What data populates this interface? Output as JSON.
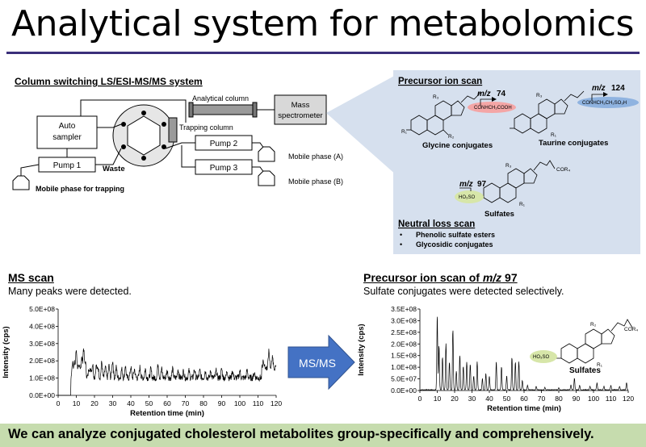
{
  "title": "Analytical system for metabolomics",
  "system": {
    "heading": "Column switching LS/ESI-MS/MS  system",
    "autosampler": "Auto sampler",
    "autosampler_l1": "Auto",
    "autosampler_l2": "sampler",
    "pump1": "Pump 1",
    "pump2": "Pump 2",
    "pump3": "Pump 3",
    "waste": "Waste",
    "analytical_column": "Analytical column",
    "trapping_column": "Trapping column",
    "mass_l1": "Mass",
    "mass_l2": "spectrometer",
    "mobile_trapping": "Mobile phase for trapping",
    "mobile_a": "Mobile phase (A)",
    "mobile_b": "Mobile phase (B)"
  },
  "scan_panel": {
    "precursor_heading": "Precursor ion scan",
    "mz74_italic": "m/z",
    "mz74_val": "74",
    "mz74_group": "CONHCH₂COOH",
    "glycine": "Glycine conjugates",
    "mz124_italic": "m/z",
    "mz124_val": "124",
    "mz124_group": "CONHCH₂CH₂SO₃H",
    "taurine": "Taurine conjugates",
    "mz97_italic": "m/z",
    "mz97_val": "97",
    "sulfate_group": "HO₃SO",
    "sulfates": "Sulfates",
    "cor4": "COR₄",
    "r1": "R₁",
    "r2": "R₂",
    "r3": "R₃",
    "neutral_heading": "Neutral loss scan",
    "neutral_items": [
      "Phenolic sulfate esters",
      "Glycosidic conjugates"
    ]
  },
  "ms_scan": {
    "heading": "MS scan",
    "subtitle": "Many peaks were detected."
  },
  "precursor97": {
    "heading_pre": "Precursor ion scan of ",
    "heading_italic": "m/z",
    "heading_post": " 97",
    "subtitle": "Sulfate conjugates were detected selectively.",
    "inset_label": "Sulfates",
    "inset_group": "HO₃SO",
    "inset_cor": "COR₄",
    "inset_r1": "R₁",
    "inset_r2": "R₂"
  },
  "arrow_label": "MS/MS",
  "footer": "We can analyze conjugated cholesterol metabolites group-specifically and comprehensively.",
  "colors": {
    "title_rule": "#3a2f7a",
    "scan_panel_bg": "#d6e0ee",
    "arrow": "#4472c4",
    "footer_bg": "#c6dcae",
    "highlight_red": "#f4a6a6",
    "highlight_blue": "#8fb3e0",
    "highlight_green": "#d7e6a9"
  },
  "chart_data": [
    {
      "type": "line",
      "xlabel": "Retention time (min)",
      "ylabel": "Intensity (cps)",
      "xlim": [
        0,
        120
      ],
      "ylim": [
        0,
        500000000
      ],
      "x_ticks": [
        "0",
        "10",
        "20",
        "30",
        "40",
        "50",
        "60",
        "70",
        "80",
        "90",
        "100",
        "110",
        "120"
      ],
      "y_ticks": [
        "0.0E+00",
        "1.0E+08",
        "2.0E+08",
        "3.0E+08",
        "4.0E+08",
        "5.0E+08"
      ],
      "x_range": [
        0,
        120
      ],
      "baseline": 110000000,
      "peaks": [
        [
          8,
          100000000.0
        ],
        [
          9,
          80000000.0
        ],
        [
          10,
          160000000.0
        ],
        [
          11,
          60000000.0
        ],
        [
          12,
          70000000.0
        ],
        [
          13,
          110000000.0
        ],
        [
          14,
          170000000.0
        ],
        [
          15,
          90000000.0
        ],
        [
          17,
          60000000.0
        ],
        [
          18,
          50000000.0
        ],
        [
          19,
          80000000.0
        ],
        [
          21,
          70000000.0
        ],
        [
          22,
          60000000.0
        ],
        [
          24,
          90000000.0
        ],
        [
          26,
          60000000.0
        ],
        [
          28,
          70000000.0
        ],
        [
          30,
          100000000.0
        ],
        [
          32,
          60000000.0
        ],
        [
          35,
          50000000.0
        ],
        [
          37,
          70000000.0
        ],
        [
          40,
          60000000.0
        ],
        [
          42,
          50000000.0
        ],
        [
          45,
          60000000.0
        ],
        [
          48,
          50000000.0
        ],
        [
          51,
          50000000.0
        ],
        [
          55,
          80000000.0
        ],
        [
          57,
          50000000.0
        ],
        [
          60,
          40000000.0
        ],
        [
          63,
          50000000.0
        ],
        [
          66,
          50000000.0
        ],
        [
          69,
          40000000.0
        ],
        [
          72,
          40000000.0
        ],
        [
          75,
          50000000.0
        ],
        [
          78,
          40000000.0
        ],
        [
          81,
          40000000.0
        ],
        [
          84,
          40000000.0
        ],
        [
          87,
          40000000.0
        ],
        [
          90,
          50000000.0
        ],
        [
          93,
          40000000.0
        ],
        [
          96,
          40000000.0
        ],
        [
          100,
          40000000.0
        ],
        [
          104,
          40000000.0
        ],
        [
          108,
          30000000.0
        ],
        [
          113,
          40000000.0
        ],
        [
          116,
          100000000.0
        ],
        [
          118,
          60000000.0
        ]
      ]
    },
    {
      "type": "line",
      "xlabel": "Retention time (min)",
      "ylabel": "Intensity (cps)",
      "xlim": [
        0,
        120
      ],
      "ylim": [
        0,
        350000000
      ],
      "x_ticks": [
        "0",
        "10",
        "20",
        "30",
        "40",
        "50",
        "60",
        "70",
        "80",
        "90",
        "100",
        "110",
        "120"
      ],
      "y_ticks": [
        "0.0E+00",
        "5.0E+07",
        "1.0E+08",
        "1.5E+08",
        "2.0E+08",
        "2.5E+08",
        "3.0E+08",
        "3.5E+08"
      ],
      "x_range": [
        0,
        120
      ],
      "baseline": 3000000,
      "peaks": [
        [
          10,
          320000000.0
        ],
        [
          11,
          190000000.0
        ],
        [
          13,
          140000000.0
        ],
        [
          15,
          200000000.0
        ],
        [
          17,
          120000000.0
        ],
        [
          19,
          260000000.0
        ],
        [
          21,
          80000000.0
        ],
        [
          23,
          150000000.0
        ],
        [
          25,
          100000000.0
        ],
        [
          27,
          120000000.0
        ],
        [
          29,
          110000000.0
        ],
        [
          31,
          60000000.0
        ],
        [
          33,
          120000000.0
        ],
        [
          36,
          50000000.0
        ],
        [
          38,
          70000000.0
        ],
        [
          40,
          60000000.0
        ],
        [
          44,
          120000000.0
        ],
        [
          47,
          100000000.0
        ],
        [
          50,
          60000000.0
        ],
        [
          53,
          140000000.0
        ],
        [
          55,
          120000000.0
        ],
        [
          57,
          120000000.0
        ],
        [
          59,
          40000000.0
        ],
        [
          62,
          20000000.0
        ],
        [
          67,
          15000000.0
        ],
        [
          72,
          10000000.0
        ],
        [
          80,
          10000000.0
        ],
        [
          87,
          20000000.0
        ],
        [
          89,
          50000000.0
        ],
        [
          92,
          20000000.0
        ],
        [
          98,
          15000000.0
        ],
        [
          102,
          30000000.0
        ],
        [
          106,
          15000000.0
        ],
        [
          110,
          20000000.0
        ],
        [
          115,
          15000000.0
        ],
        [
          119,
          30000000.0
        ]
      ]
    }
  ]
}
